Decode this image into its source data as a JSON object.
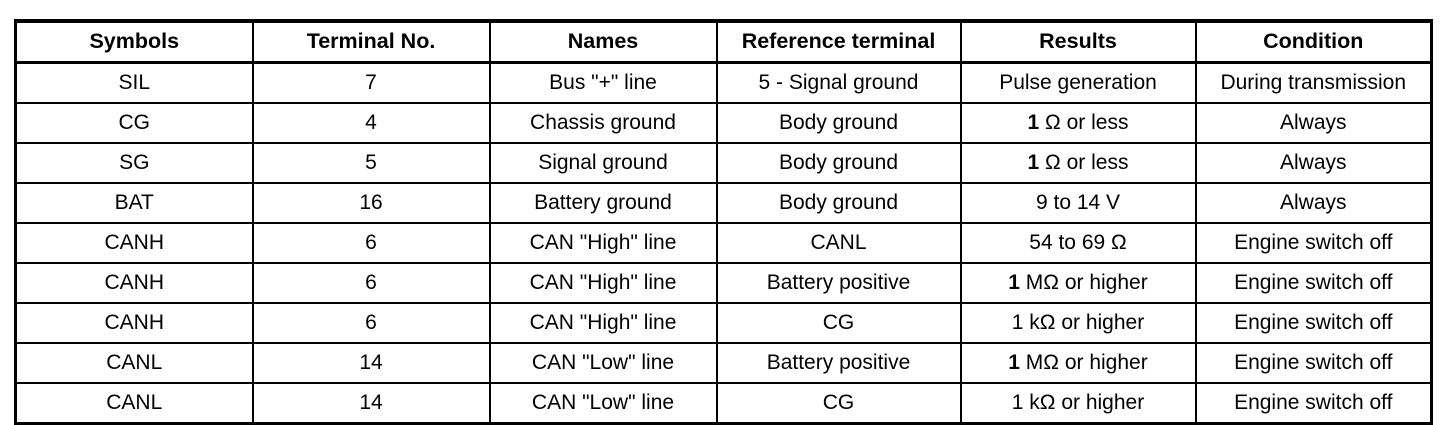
{
  "table": {
    "name": "terminal-inspection-table",
    "columns": [
      "Symbols",
      "Terminal No.",
      "Names",
      "Reference terminal",
      "Results",
      "Condition"
    ],
    "rows": [
      {
        "symbols": "SIL",
        "terminal_no": "7",
        "names": "Bus \"+\" line",
        "reference_terminal": "5 - Signal ground",
        "results": "Pulse generation",
        "condition": "During transmission"
      },
      {
        "symbols": "CG",
        "terminal_no": "4",
        "names": "Chassis ground",
        "reference_terminal": "Body ground",
        "results": "1 Ω or less",
        "results_bold_prefix": "1",
        "results_rest": " Ω or less",
        "condition": "Always"
      },
      {
        "symbols": "SG",
        "terminal_no": "5",
        "names": "Signal ground",
        "reference_terminal": "Body ground",
        "results": "1 Ω or less",
        "results_bold_prefix": "1",
        "results_rest": " Ω or less",
        "condition": "Always"
      },
      {
        "symbols": "BAT",
        "terminal_no": "16",
        "names": "Battery ground",
        "reference_terminal": "Body ground",
        "results": "9 to 14 V",
        "results_bold_prefix": "",
        "results_rest": "9 to 14 V",
        "condition": "Always"
      },
      {
        "symbols": "CANH",
        "terminal_no": "6",
        "names": "CAN \"High\" line",
        "reference_terminal": "CANL",
        "results": "54 to 69 Ω",
        "results_bold_prefix": "",
        "results_rest": "54 to 69 Ω",
        "condition": "Engine switch off"
      },
      {
        "symbols": "CANH",
        "terminal_no": "6",
        "names": "CAN \"High\" line",
        "reference_terminal": "Battery positive",
        "results": "1 MΩ or higher",
        "results_bold_prefix": "1",
        "results_rest": " MΩ or higher",
        "condition": "Engine switch off"
      },
      {
        "symbols": "CANH",
        "terminal_no": "6",
        "names": "CAN \"High\" line",
        "reference_terminal": "CG",
        "results": "1 kΩ or higher",
        "results_bold_prefix": "",
        "results_rest": "1 kΩ or higher",
        "condition": "Engine switch off"
      },
      {
        "symbols": "CANL",
        "terminal_no": "14",
        "names": "CAN \"Low\" line",
        "reference_terminal": "Battery positive",
        "results": "1 MΩ or higher",
        "results_bold_prefix": "1",
        "results_rest": " MΩ or higher",
        "condition": "Engine switch off"
      },
      {
        "symbols": "CANL",
        "terminal_no": "14",
        "names": "CAN \"Low\" line",
        "reference_terminal": "CG",
        "results": "1 kΩ or higher",
        "results_bold_prefix": "",
        "results_rest": "1 kΩ or higher",
        "condition": "Engine switch off"
      }
    ]
  },
  "colors": {
    "border": "#000000",
    "text": "#000000",
    "background": "#ffffff"
  }
}
